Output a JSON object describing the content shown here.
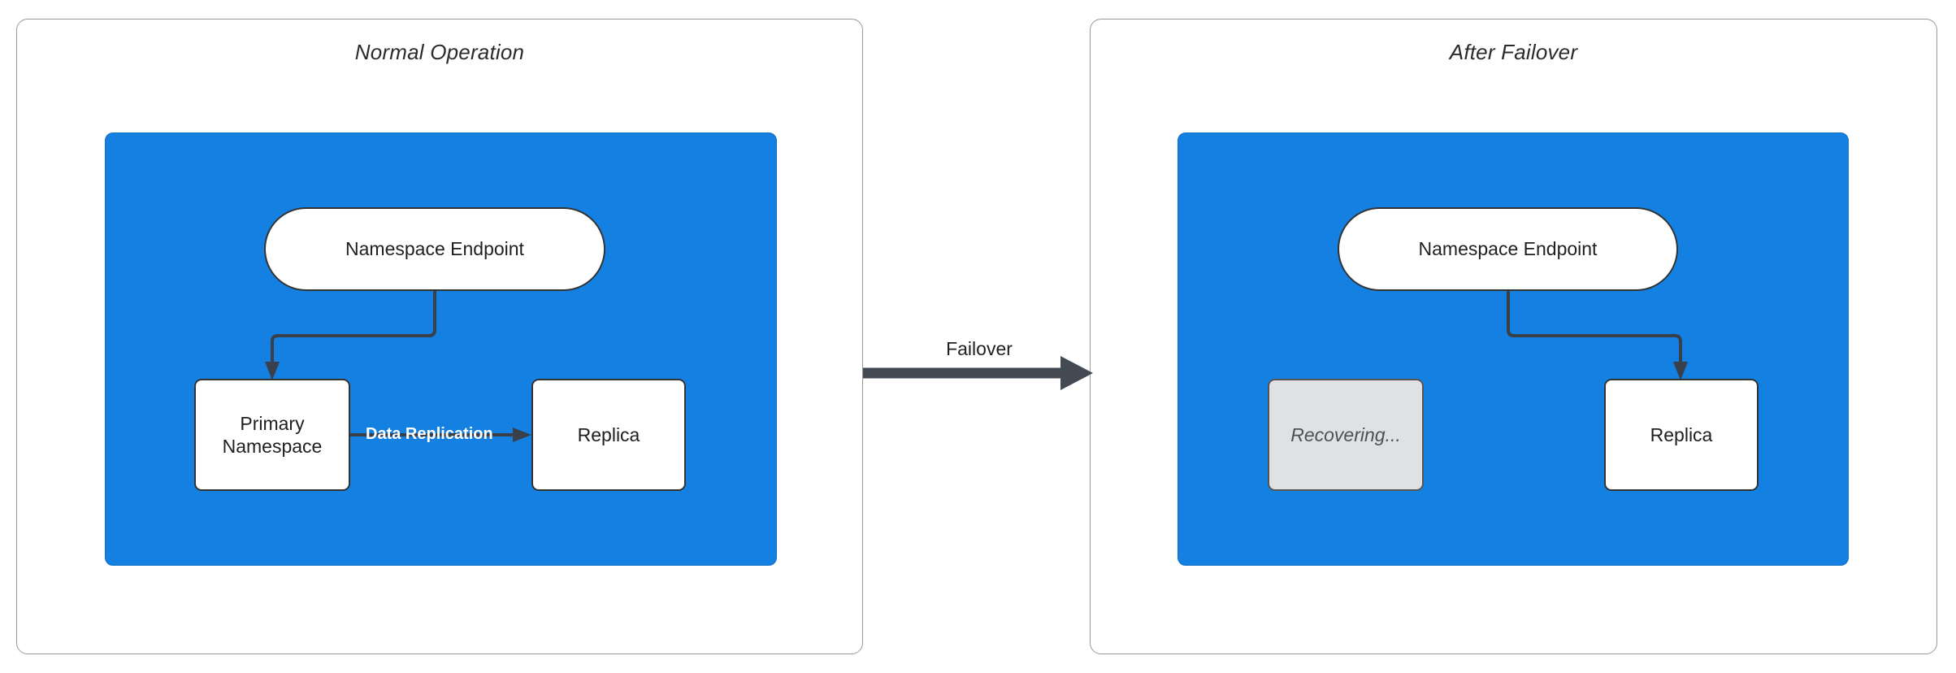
{
  "diagram": {
    "title_left": "Normal Operation",
    "title_right": "After Failover",
    "colors": {
      "region_blue": "#1380e2",
      "node_fill": "#ffffff",
      "node_stroke": "#333333",
      "dimmed_fill": "#dfe1e3",
      "dimmed_text": "#4d5156",
      "edge_stroke": "#39404a",
      "panel_border": "#999999",
      "title_text": "#2b2b2b",
      "edge_label_text": "#ffffff"
    }
  },
  "panels": [
    {
      "id": "normal-operation",
      "title": "Normal Operation",
      "nodes": [
        {
          "id": "namespace-endpoint-left",
          "label": "Namespace Endpoint",
          "shape": "pill",
          "state": "active"
        },
        {
          "id": "primary-namespace",
          "label": "Primary\nNamespace",
          "shape": "rect",
          "state": "active"
        },
        {
          "id": "replica-left",
          "label": "Replica",
          "shape": "rect",
          "state": "active"
        }
      ],
      "edges": [
        {
          "from": "namespace-endpoint-left",
          "to": "primary-namespace",
          "label": ""
        },
        {
          "from": "primary-namespace",
          "to": "replica-left",
          "label": "Data Replication"
        }
      ]
    },
    {
      "id": "after-failover",
      "title": "After Failover",
      "nodes": [
        {
          "id": "namespace-endpoint-right",
          "label": "Namespace Endpoint",
          "shape": "pill",
          "state": "active"
        },
        {
          "id": "recovering",
          "label": "Recovering...",
          "shape": "rect",
          "state": "dimmed"
        },
        {
          "id": "replica-right",
          "label": "Replica",
          "shape": "rect",
          "state": "active"
        }
      ],
      "edges": [
        {
          "from": "namespace-endpoint-right",
          "to": "replica-right",
          "label": ""
        }
      ]
    }
  ],
  "nodes": {
    "namespace_endpoint": "Namespace Endpoint",
    "primary_namespace_line1": "Primary",
    "primary_namespace_line2": "Namespace",
    "replica": "Replica",
    "recovering": "Recovering..."
  },
  "labels": {
    "data_replication": "Data Replication",
    "failover": "Failover"
  }
}
